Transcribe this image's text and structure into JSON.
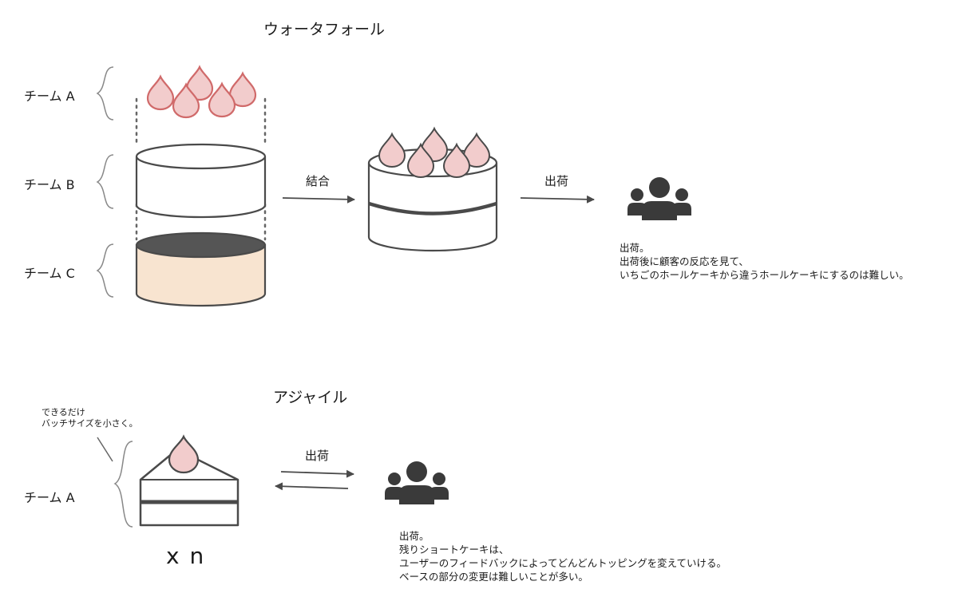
{
  "waterfall": {
    "title": "ウォータフォール",
    "teams": [
      "チーム A",
      "チーム B",
      "チーム C"
    ],
    "merge_label": "結合",
    "ship_label": "出荷",
    "ship_note": "出荷。\n出荷後に顧客の反応を見て、\nいちごのホールケーキから違うホールケーキにするのは難しい。"
  },
  "agile": {
    "title": "アジャイル",
    "team": "チーム A",
    "batch_note": "できるだけ\nバッチサイズを小さく。",
    "ship_label": "出荷",
    "multiplier": "x n",
    "ship_note": "出荷。\n残りショートケーキは、\nユーザーのフィードバックによってどんどんトッピングを変えていける。\nベースの部分の変更は難しいことが多い。"
  },
  "colors": {
    "cream_outline": "#d06a6a",
    "cream_fill": "#f2cccc",
    "cake_outline": "#4a4a4a",
    "sponge_top": "#555555",
    "sponge_fill": "#f8e4d0",
    "icon": "#3a3a3a"
  },
  "icons": [
    "brace-icon",
    "whipped-cream-icon",
    "cake-layer-icon",
    "whole-cake-icon",
    "users-group-icon",
    "cake-slice-icon",
    "arrow-right-icon",
    "arrow-left-icon"
  ]
}
